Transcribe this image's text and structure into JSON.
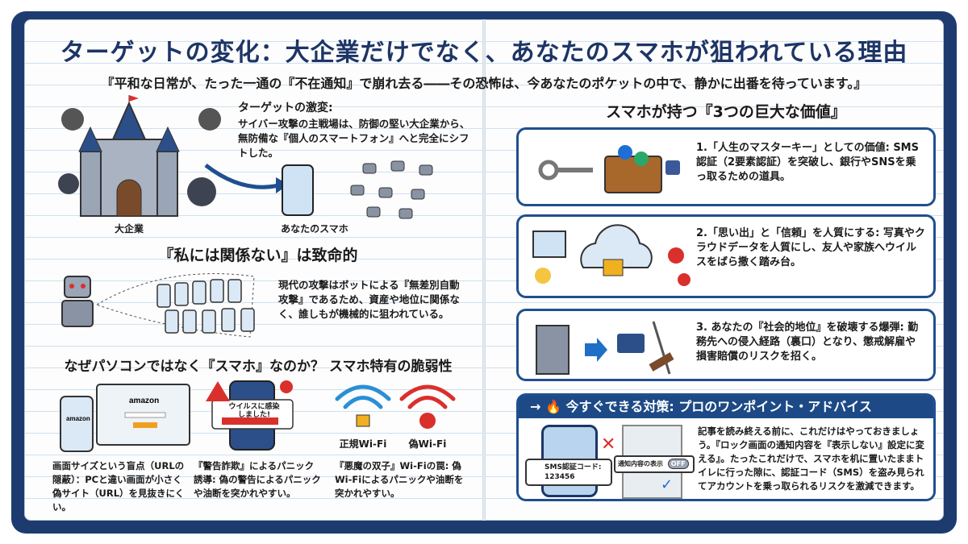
{
  "title": "ターゲットの変化：大企業だけでなく、あなたのスマホが狙われている理由",
  "subtitle": "『平和な日常が、たった一通の『不在通知』で崩れ去る――その恐怖は、今あなたのポケットの中で、静かに出番を待っています。』",
  "left": {
    "shift": {
      "heading": "ターゲットの激変:",
      "body": "サイバー攻撃の主戦場は、防御の堅い大企業から、無防備な『個人のスマートフォン』へと完全にシフトした。",
      "label_corp": "大企業",
      "label_phone": "あなたのスマホ"
    },
    "fatal": {
      "heading": "『私には関係ない』は致命的",
      "body": "現代の攻撃はボットによる『無差別自動攻撃』であるため、資産や地位に関係なく、誰しもが機械的に狙われている。"
    },
    "why": {
      "heading": "なぜパソコンではなく『スマホ』なのか？ スマホ特有の脆弱性",
      "brand": "amazon",
      "warning_popup": "ウイルスに感染しました!",
      "wifi_real": "正規Wi-Fi",
      "wifi_fake": "偽Wi-Fi",
      "items": [
        {
          "text": "画面サイズという盲点（URLの隠蔽）：PCと違い画面が小さく偽サイト（URL）を見抜きにくい。"
        },
        {
          "text": "『警告詐欺』によるパニック誘導: 偽の警告によるパニックや油断を突かれやすい。"
        },
        {
          "text": "『悪魔の双子』Wi-Fiの罠: 偽Wi-Fiによるパニックや油断を突かれやすい。"
        }
      ]
    }
  },
  "right": {
    "heading": "スマホが持つ『3つの巨大な価値』",
    "cards": [
      {
        "text": "1.「人生のマスターキー」としての価値: SMS認証（2要素認証）を突破し、銀行やSNSを乗っ取るための道具。"
      },
      {
        "text": "2.「思い出」と「信頼」を人質にする: 写真やクラウドデータを人質にし、友人や家族へウイルスをばら撒く踏み台。"
      },
      {
        "text": "3. あなたの『社会的地位』を破壊する爆弾: 勤務先への侵入経路（裏口）となり、懲戒解雇や損害賠償のリスクを招く。"
      }
    ],
    "advice": {
      "heading": "今すぐできる対策: プロのワンポイント・アドバイス",
      "sms_label": "SMS認証コード:",
      "sms_code": "123456",
      "setting_label": "通知内容の表示",
      "toggle": "OFF",
      "body": "記事を読み終える前に、これだけはやっておきましょう。『ロック画面の通知内容を『表示しない』設定に変える』。たったこれだけで、スマホを机に置いたままトイレに行った隙に、認証コード（SMS）を盗み見られてアカウントを乗っ取られるリスクを激減できます。"
    }
  },
  "colors": {
    "navy": "#1d3b6f",
    "accent": "#1f4f8f",
    "danger": "#d9302c"
  }
}
